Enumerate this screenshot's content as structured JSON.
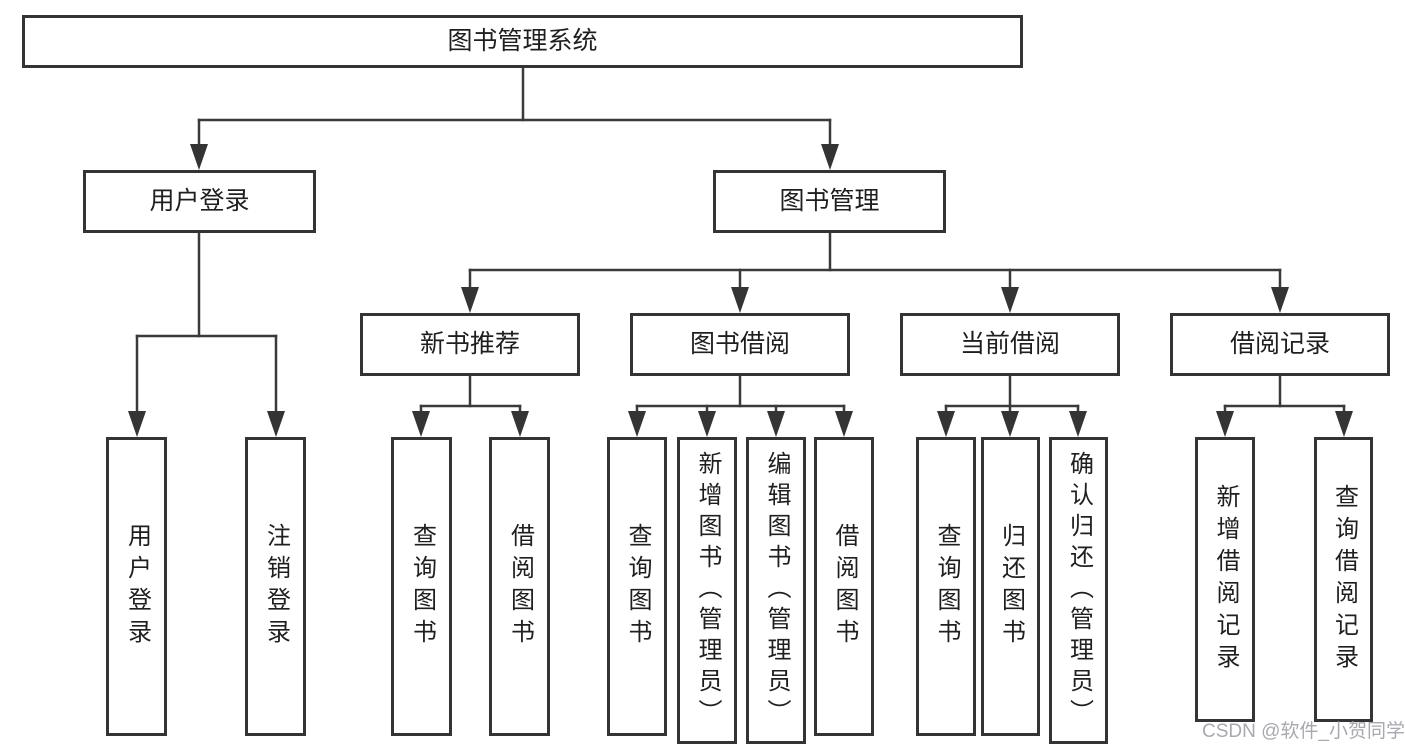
{
  "diagram": {
    "root": {
      "label": "图书管理系统"
    },
    "branches": [
      {
        "label": "用户登录",
        "children": [
          {
            "label": "用户登录"
          },
          {
            "label": "注销登录"
          }
        ]
      },
      {
        "label": "图书管理",
        "children": [
          {
            "label": "新书推荐",
            "children": [
              {
                "label": "查询图书"
              },
              {
                "label": "借阅图书"
              }
            ]
          },
          {
            "label": "图书借阅",
            "children": [
              {
                "label": "查询图书"
              },
              {
                "label": "新增图书（管理员）"
              },
              {
                "label": "编辑图书（管理员）"
              },
              {
                "label": "借阅图书"
              }
            ]
          },
          {
            "label": "当前借阅",
            "children": [
              {
                "label": "查询图书"
              },
              {
                "label": "归还图书"
              },
              {
                "label": "确认归还（管理员）"
              }
            ]
          },
          {
            "label": "借阅记录",
            "children": [
              {
                "label": "新增借阅记录"
              },
              {
                "label": "查询借阅记录"
              }
            ]
          }
        ]
      }
    ]
  },
  "watermark": {
    "text": "CSDN @软件_小贺同学",
    "color": "#a8a8b2"
  },
  "colors": {
    "background": "#ffffff",
    "box_border": "#343434",
    "connector_line": "#3a3a3a",
    "text": "#1f1f1f"
  }
}
